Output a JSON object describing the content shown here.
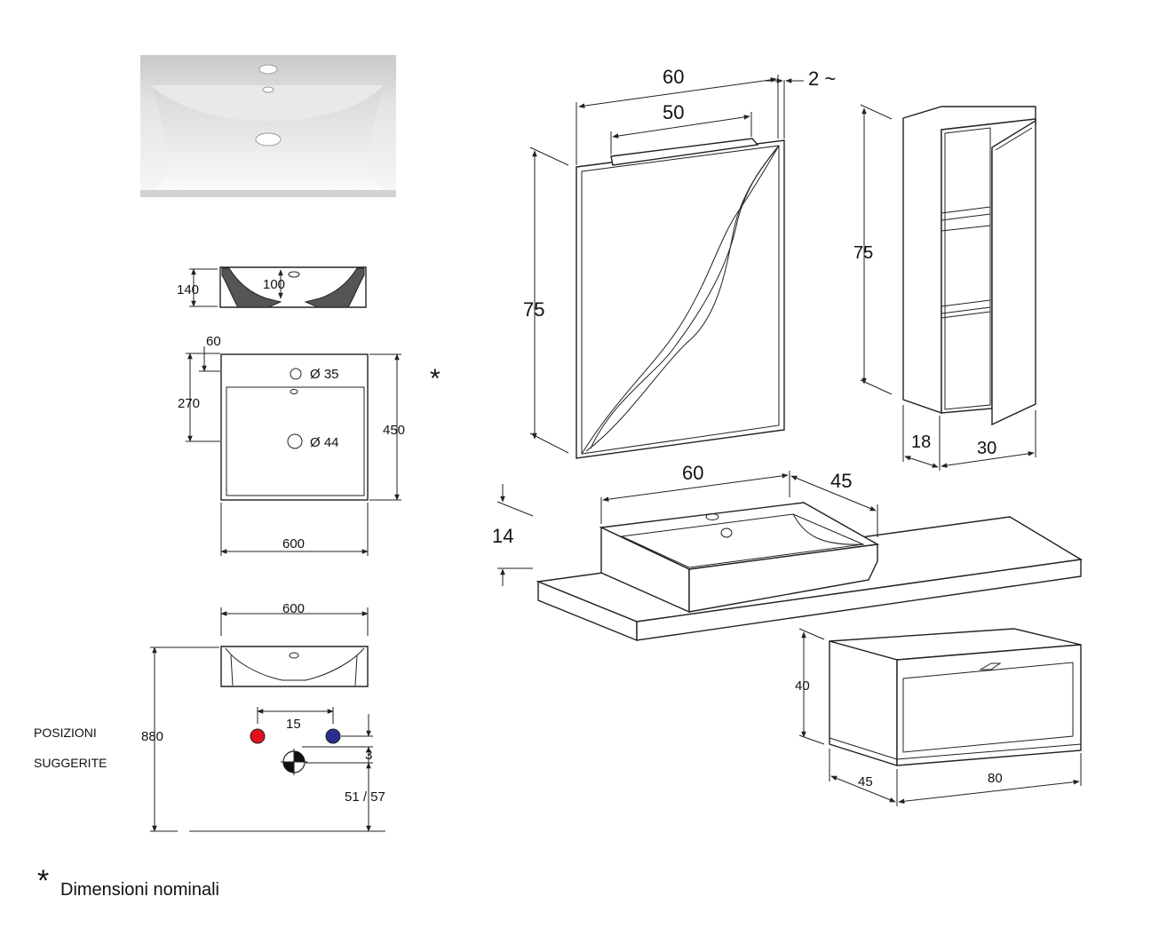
{
  "basin_section": {
    "height": "140",
    "depth": "100"
  },
  "basin_plan": {
    "hole_offset": "60",
    "drain_offset": "270",
    "tap_hole": "Ø 35",
    "drain_hole": "Ø 44",
    "depth": "450",
    "width": "600",
    "asterisk": "*"
  },
  "installation": {
    "width": "600",
    "title_line1": "POSIZIONI",
    "title_line2": "SUGGERITE",
    "total_height": "880",
    "tap_spacing": "15",
    "tap_offset": "3",
    "drain_height": "51 / 57",
    "hot_color": "#e3101c",
    "cold_color": "#2a2f8f"
  },
  "mirror": {
    "width": "60",
    "lamp_width": "50",
    "wall_gap": "2 ~",
    "height": "75"
  },
  "column": {
    "height": "75",
    "depth": "18",
    "width": "30"
  },
  "vessel_top": {
    "width": "60",
    "depth": "45",
    "height": "14"
  },
  "drawer_unit": {
    "height": "40",
    "depth": "45",
    "width": "80"
  },
  "footnote": {
    "asterisk": "*",
    "text": "Dimensioni nominali"
  }
}
